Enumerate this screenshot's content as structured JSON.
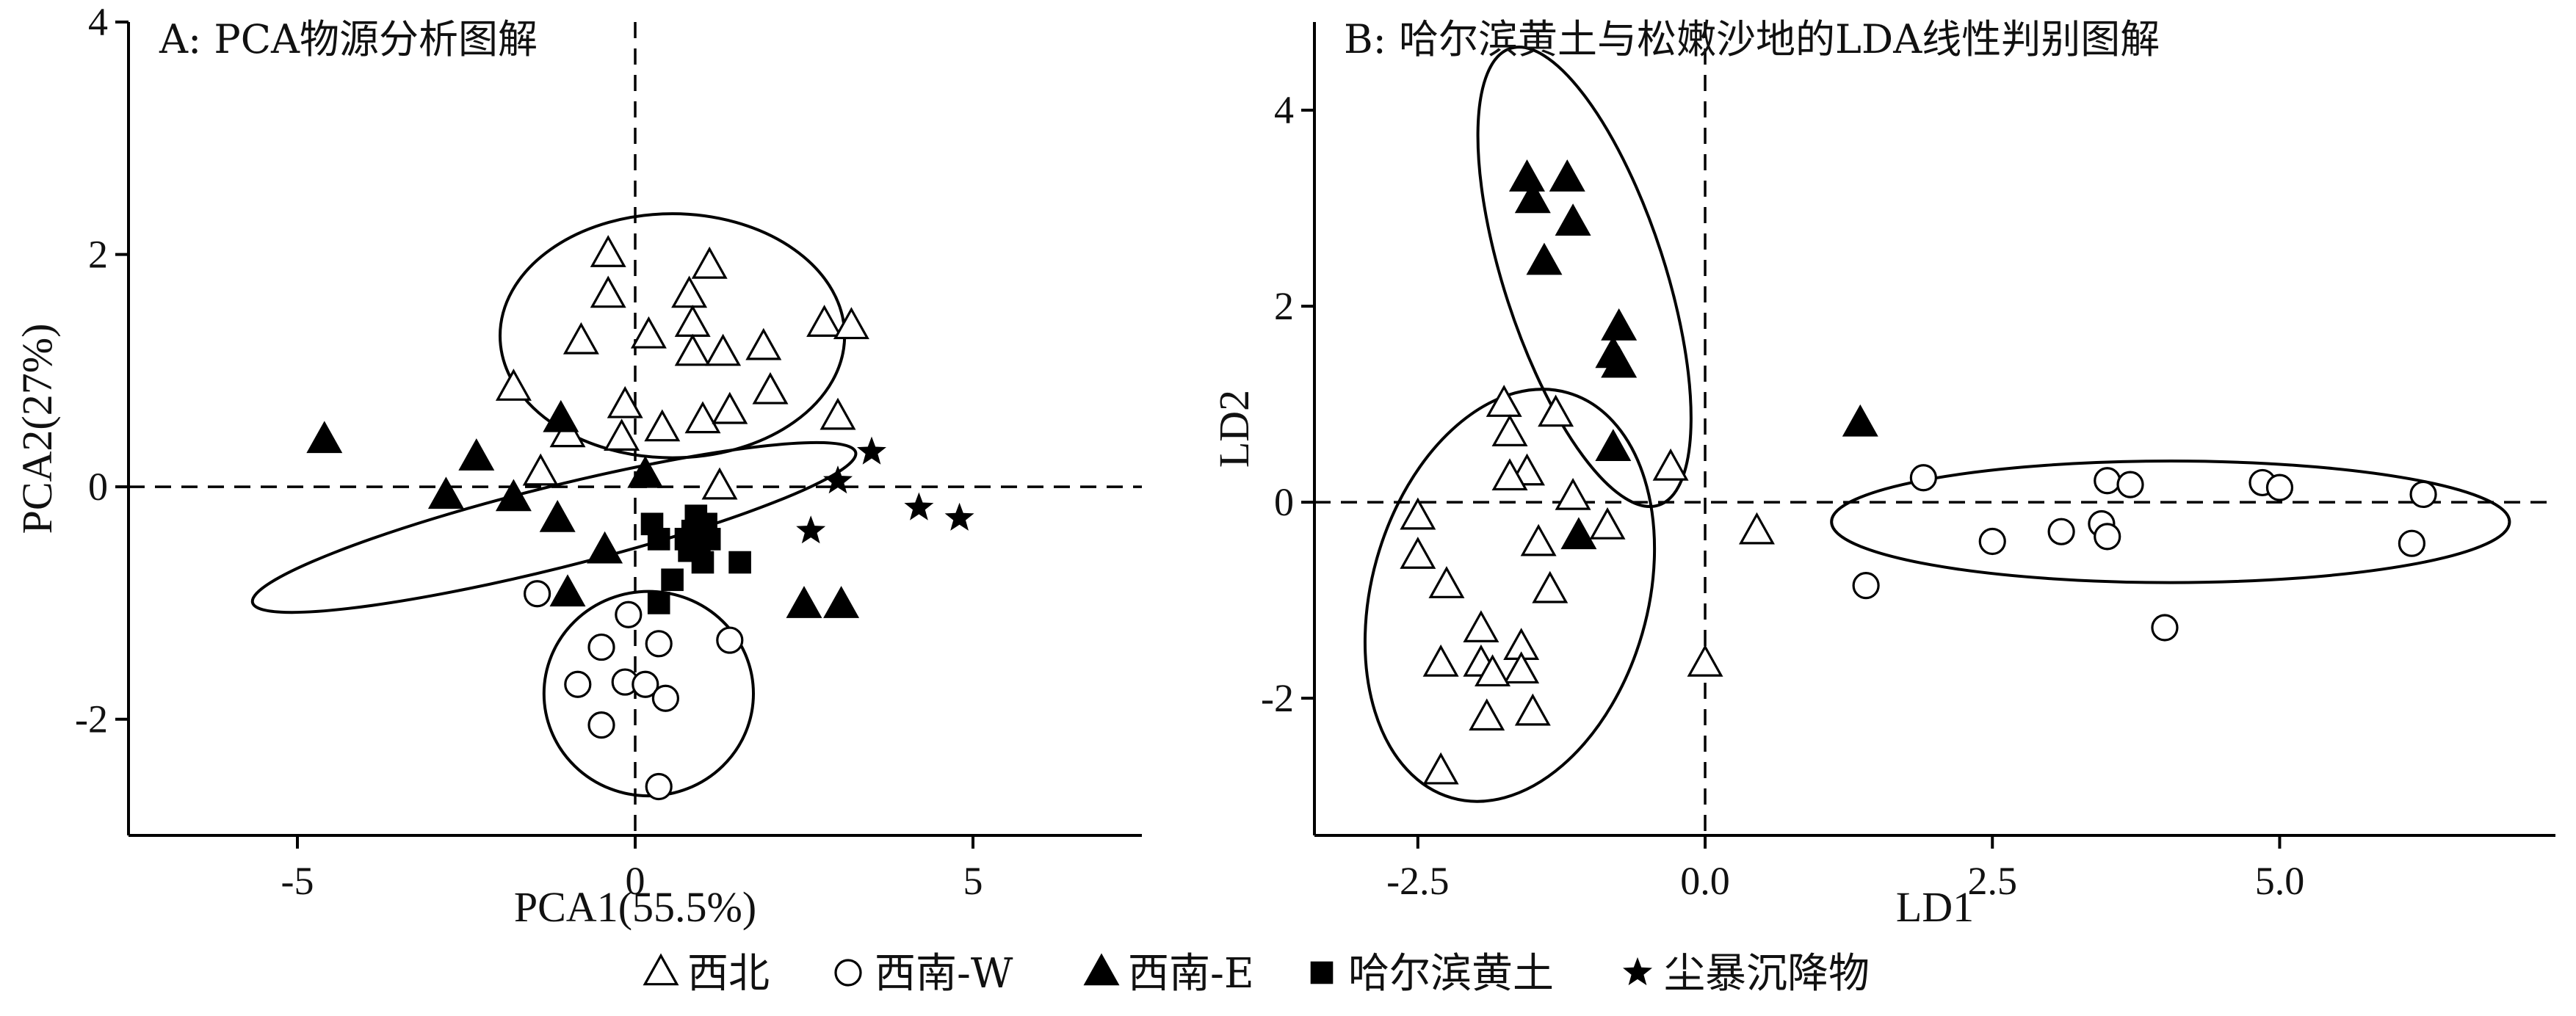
{
  "chart_data": [
    {
      "type": "scatter",
      "title": "A: PCA物源分析图解",
      "xlabel": "PCA1(55.5%)",
      "ylabel": "PCA2(27%)",
      "xlim": [
        -7.5,
        7.5
      ],
      "ylim": [
        -3.0,
        4.0
      ],
      "xticks": [
        -5,
        0,
        5
      ],
      "xtick_labels": [
        "-5",
        "0",
        "5"
      ],
      "yticks": [
        -2,
        0,
        2,
        4
      ],
      "ytick_labels": [
        "-2",
        "0",
        "2",
        "4"
      ],
      "reference_lines": {
        "x": 0,
        "y": 0
      },
      "series": [
        {
          "name": "西北",
          "marker": "triangle-open",
          "points": [
            [
              -0.4,
              2.0
            ],
            [
              -0.4,
              1.65
            ],
            [
              0.2,
              1.3
            ],
            [
              1.1,
              1.9
            ],
            [
              0.8,
              1.65
            ],
            [
              0.85,
              1.4
            ],
            [
              0.85,
              1.15
            ],
            [
              1.3,
              1.15
            ],
            [
              1.9,
              1.2
            ],
            [
              2.8,
              1.4
            ],
            [
              3.2,
              1.38
            ],
            [
              -0.8,
              1.25
            ],
            [
              -1.8,
              0.85
            ],
            [
              2.0,
              0.82
            ],
            [
              -0.15,
              0.7
            ],
            [
              1.0,
              0.57
            ],
            [
              1.4,
              0.65
            ],
            [
              3.0,
              0.6
            ],
            [
              0.4,
              0.5
            ],
            [
              -1.0,
              0.45
            ],
            [
              -0.2,
              0.42
            ],
            [
              -1.4,
              0.12
            ],
            [
              1.25,
              0.0
            ]
          ]
        },
        {
          "name": "西南-W",
          "marker": "circle-open",
          "points": [
            [
              -1.45,
              -0.92
            ],
            [
              -0.1,
              -1.1
            ],
            [
              -0.5,
              -1.38
            ],
            [
              0.35,
              -1.35
            ],
            [
              1.4,
              -1.32
            ],
            [
              -0.85,
              -1.7
            ],
            [
              -0.15,
              -1.68
            ],
            [
              0.15,
              -1.7
            ],
            [
              0.45,
              -1.82
            ],
            [
              -0.5,
              -2.05
            ],
            [
              0.35,
              -2.58
            ]
          ]
        },
        {
          "name": "西南-E",
          "marker": "triangle-filled",
          "points": [
            [
              -4.6,
              0.4
            ],
            [
              -2.35,
              0.25
            ],
            [
              -2.8,
              -0.08
            ],
            [
              -1.8,
              -0.1
            ],
            [
              -1.1,
              0.58
            ],
            [
              -1.15,
              -0.28
            ],
            [
              -0.45,
              -0.55
            ],
            [
              0.15,
              0.1
            ],
            [
              -1.0,
              -0.92
            ],
            [
              2.5,
              -1.02
            ],
            [
              3.05,
              -1.02
            ]
          ]
        },
        {
          "name": "哈尔滨黄土",
          "marker": "square-filled",
          "points": [
            [
              0.25,
              -0.32
            ],
            [
              0.35,
              -0.45
            ],
            [
              0.9,
              -0.25
            ],
            [
              0.85,
              -0.38
            ],
            [
              1.05,
              -0.32
            ],
            [
              1.1,
              -0.45
            ],
            [
              0.95,
              -0.55
            ],
            [
              0.8,
              -0.55
            ],
            [
              1.0,
              -0.65
            ],
            [
              1.55,
              -0.65
            ],
            [
              0.55,
              -0.8
            ],
            [
              0.35,
              -1.0
            ],
            [
              0.95,
              -0.38
            ],
            [
              0.75,
              -0.45
            ]
          ]
        },
        {
          "name": "尘暴沉降物",
          "marker": "star-filled",
          "points": [
            [
              3.5,
              0.3
            ],
            [
              3.0,
              0.05
            ],
            [
              4.2,
              -0.18
            ],
            [
              4.8,
              -0.27
            ],
            [
              2.6,
              -0.38
            ]
          ]
        }
      ],
      "ellipses": [
        {
          "center": [
            0.55,
            1.3
          ],
          "rx": 2.55,
          "ry": 1.05,
          "angle_deg": 0
        },
        {
          "center": [
            -1.2,
            -0.35
          ],
          "rx": 4.6,
          "ry": 0.35,
          "angle_deg": -14
        },
        {
          "center": [
            0.2,
            -1.78
          ],
          "rx": 1.55,
          "ry": 0.88,
          "angle_deg": 0
        }
      ]
    },
    {
      "type": "scatter",
      "title": "B: 哈尔滨黄土与松嫩沙地的LDA线性判别图解",
      "xlabel": "LD1",
      "ylabel": "LD2",
      "xlim": [
        -3.4,
        7.4
      ],
      "ylim": [
        -3.4,
        4.9
      ],
      "xticks": [
        -2.5,
        0.0,
        2.5,
        5.0
      ],
      "xtick_labels": [
        "-2.5",
        "0.0",
        "2.5",
        "5.0"
      ],
      "yticks": [
        -2,
        0,
        2,
        4
      ],
      "ytick_labels": [
        "-2",
        "0",
        "2",
        "4"
      ],
      "reference_lines": {
        "x": 0,
        "y": 0
      },
      "series": [
        {
          "name": "西北",
          "marker": "triangle-open",
          "points": [
            [
              -1.75,
              1.0
            ],
            [
              -1.3,
              0.9
            ],
            [
              -1.7,
              0.7
            ],
            [
              -1.55,
              0.3
            ],
            [
              -1.7,
              0.25
            ],
            [
              -1.15,
              0.05
            ],
            [
              -0.3,
              0.35
            ],
            [
              -0.85,
              -0.25
            ],
            [
              -2.5,
              -0.15
            ],
            [
              -1.45,
              -0.42
            ],
            [
              -2.5,
              -0.55
            ],
            [
              -2.25,
              -0.85
            ],
            [
              -1.35,
              -0.9
            ],
            [
              -1.95,
              -1.3
            ],
            [
              -1.6,
              -1.48
            ],
            [
              -1.95,
              -1.65
            ],
            [
              -2.3,
              -1.65
            ],
            [
              -1.6,
              -1.72
            ],
            [
              -1.85,
              -1.75
            ],
            [
              -1.9,
              -2.2
            ],
            [
              -1.5,
              -2.15
            ],
            [
              -2.3,
              -2.75
            ],
            [
              0.0,
              -1.65
            ],
            [
              0.45,
              -0.3
            ]
          ]
        },
        {
          "name": "西南-W",
          "marker": "circle-open",
          "points": [
            [
              1.9,
              0.25
            ],
            [
              3.5,
              0.22
            ],
            [
              3.7,
              0.18
            ],
            [
              4.85,
              0.2
            ],
            [
              5.0,
              0.15
            ],
            [
              6.25,
              0.08
            ],
            [
              3.45,
              -0.22
            ],
            [
              3.1,
              -0.3
            ],
            [
              3.5,
              -0.35
            ],
            [
              2.5,
              -0.4
            ],
            [
              6.15,
              -0.42
            ],
            [
              1.4,
              -0.85
            ],
            [
              4.0,
              -1.28
            ]
          ]
        },
        {
          "name": "西南-E",
          "marker": "triangle-filled",
          "points": [
            [
              -1.55,
              3.3
            ],
            [
              -1.2,
              3.3
            ],
            [
              -1.5,
              3.08
            ],
            [
              -1.15,
              2.85
            ],
            [
              -1.4,
              2.45
            ],
            [
              -0.75,
              1.78
            ],
            [
              -0.8,
              1.5
            ],
            [
              -0.75,
              1.4
            ],
            [
              -0.8,
              0.55
            ],
            [
              -1.1,
              -0.35
            ],
            [
              1.35,
              0.8
            ]
          ]
        }
      ],
      "ellipses": [
        {
          "center": [
            -1.05,
            2.3
          ],
          "rx": 0.7,
          "ry": 2.45,
          "angle_deg": -18
        },
        {
          "center": [
            -1.7,
            -0.95
          ],
          "rx": 1.2,
          "ry": 2.15,
          "angle_deg": 16
        },
        {
          "center": [
            4.05,
            -0.2
          ],
          "rx": 2.95,
          "ry": 0.62,
          "angle_deg": 0
        }
      ]
    }
  ],
  "legend": {
    "placement": "bottom-center",
    "items": [
      {
        "marker": "triangle-open",
        "label": "西北"
      },
      {
        "marker": "circle-open",
        "label": "西南-W"
      },
      {
        "marker": "triangle-filled",
        "label": "西南-E"
      },
      {
        "marker": "square-filled",
        "label": "哈尔滨黄土"
      },
      {
        "marker": "star-filled",
        "label": "尘暴沉降物"
      }
    ]
  }
}
